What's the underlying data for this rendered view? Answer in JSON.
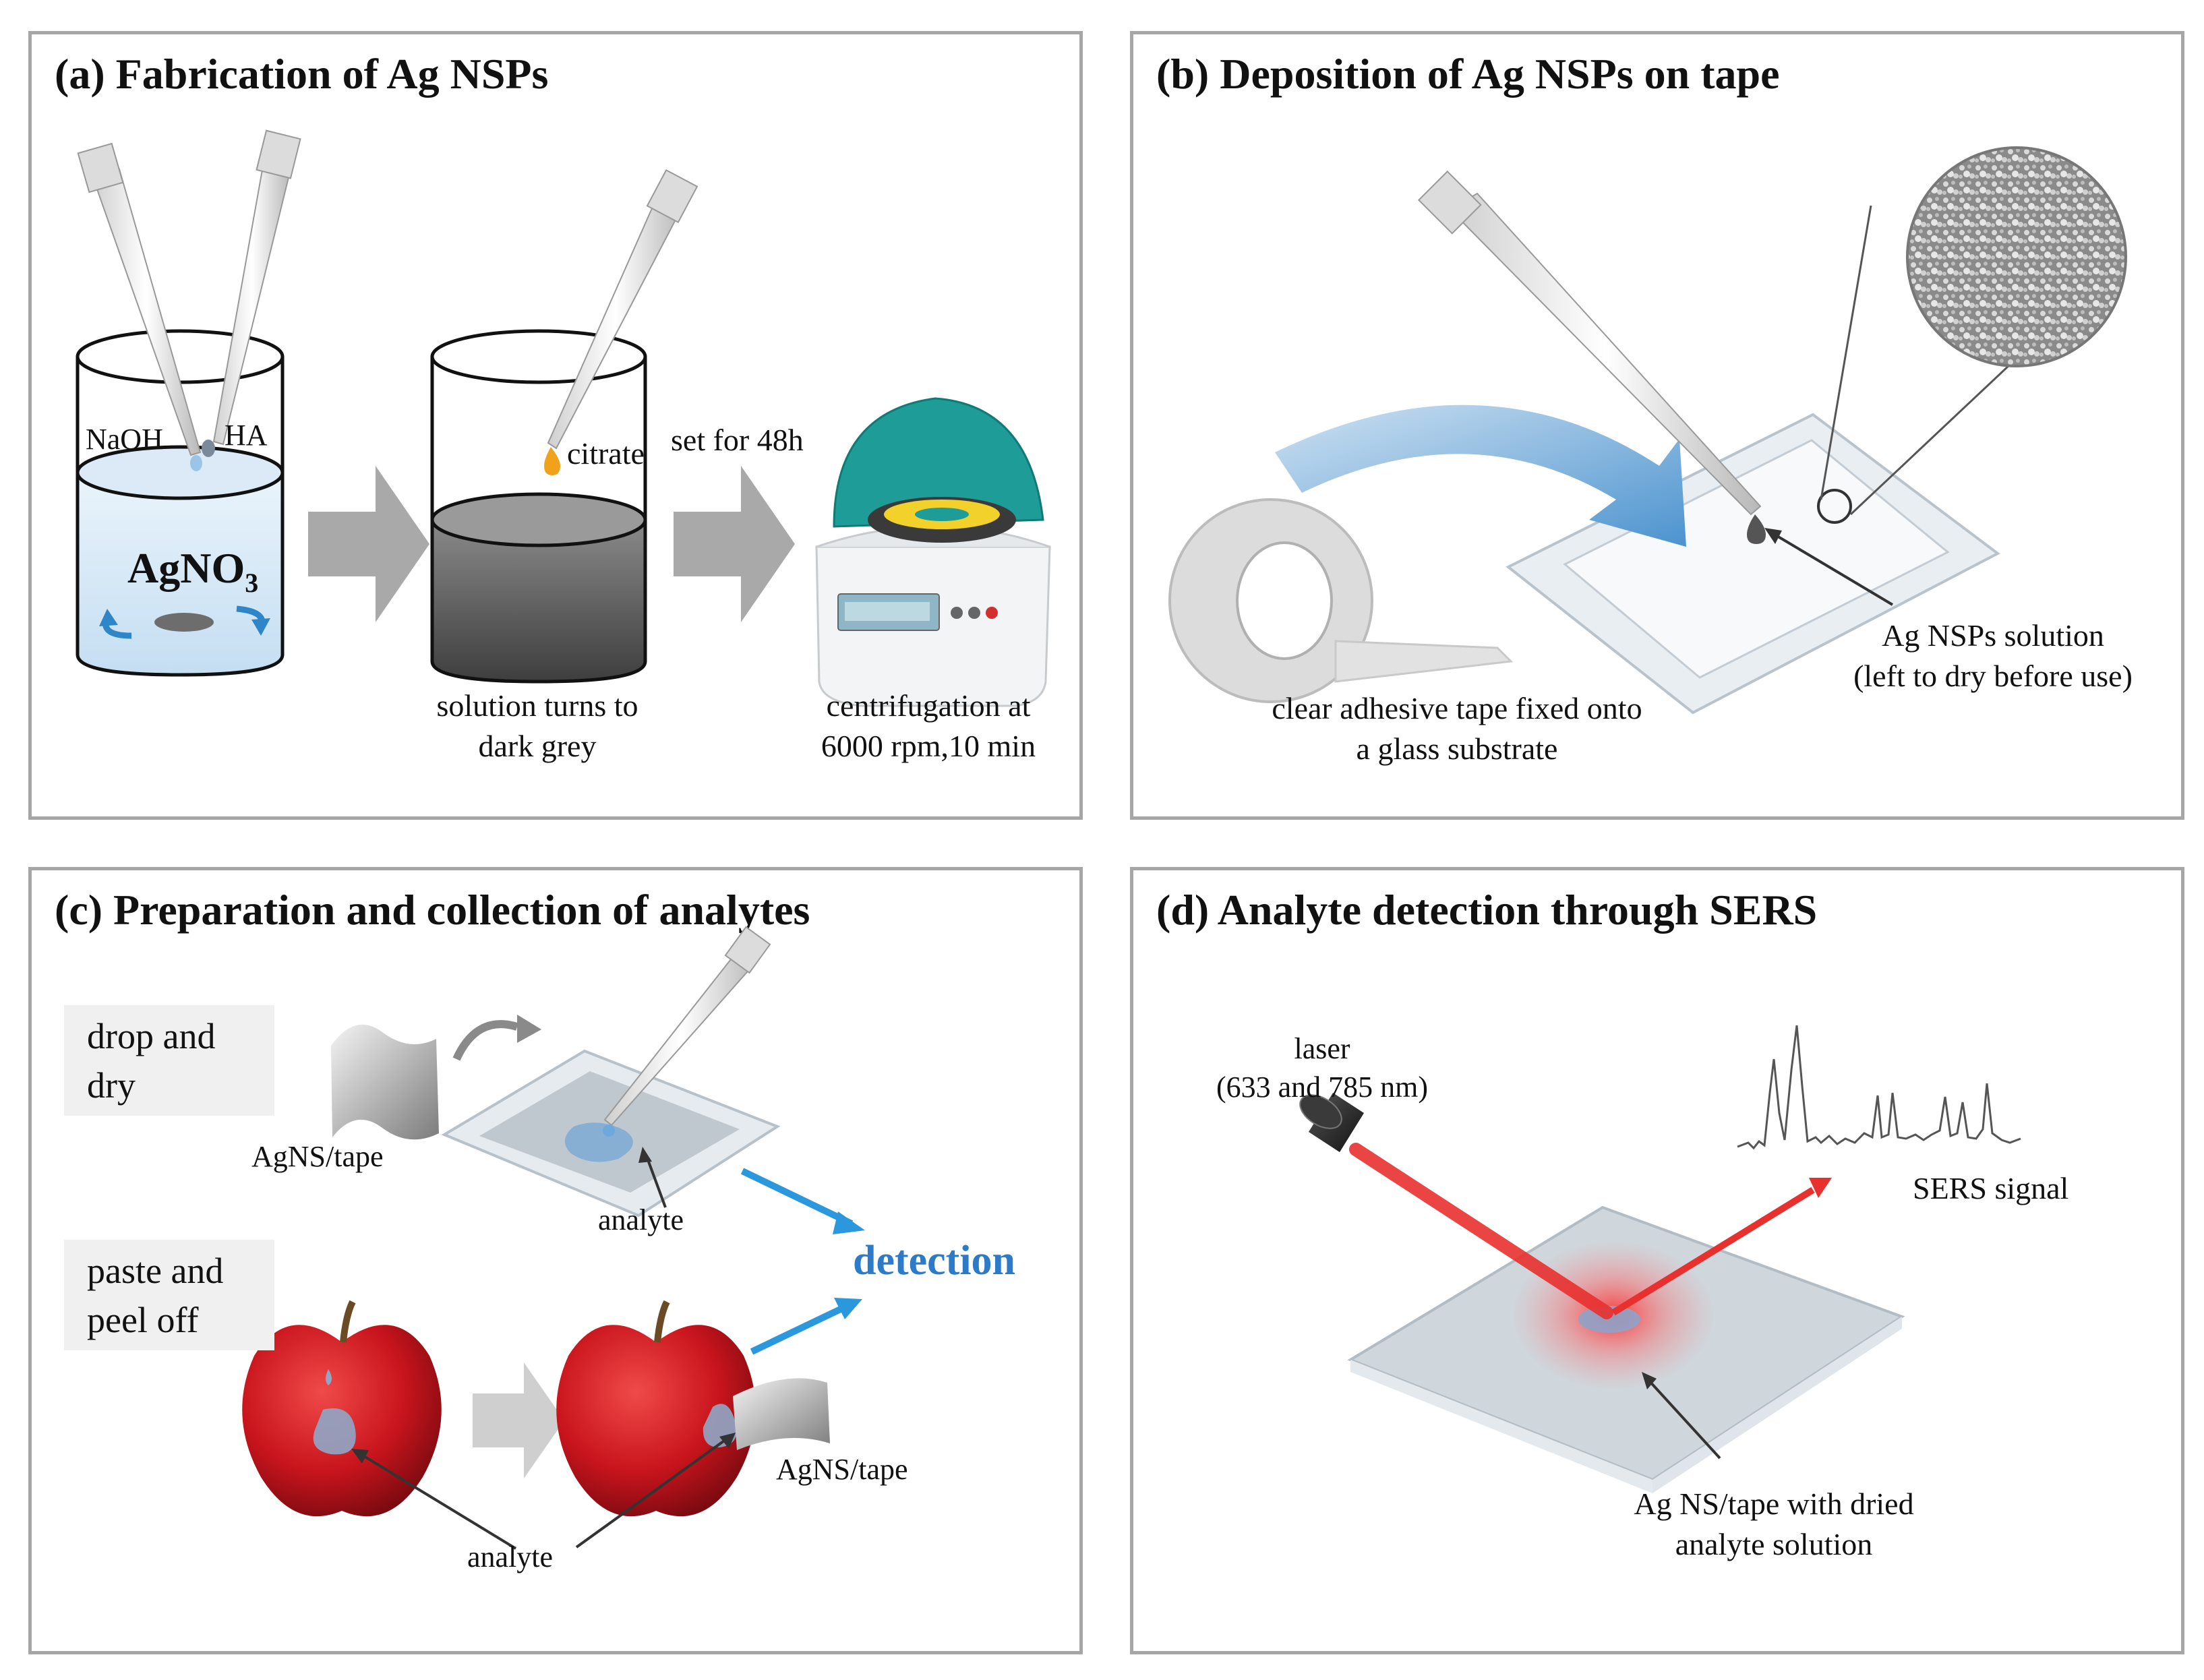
{
  "panel_a": {
    "title": "(a) Fabrication of Ag NSPs",
    "naoh": "NaOH",
    "ha": "HA",
    "agno3": "AgNO",
    "agno3_sub": "3",
    "citrate": "citrate",
    "set_48h": "set for 48h",
    "solution_l1": "solution turns to",
    "solution_l2": "dark grey",
    "centri_l1": "centrifugation at",
    "centri_l2": "6000 rpm,10 min"
  },
  "panel_b": {
    "title": "(b) Deposition of Ag NSPs on tape",
    "tape_l1": "clear adhesive tape fixed onto",
    "tape_l2": "a glass substrate",
    "sol_l1": "Ag NSPs solution",
    "sol_l2": "(left to dry before use)"
  },
  "panel_c": {
    "title": "(c) Preparation and collection of analytes",
    "drop_l1": "drop and",
    "drop_l2": "dry",
    "paste_l1": "paste and",
    "paste_l2": "peel off",
    "agns_tape_1": "AgNS/tape",
    "analyte_1": "analyte",
    "detection": "detection",
    "agns_tape_2": "AgNS/tape",
    "analyte_2": "analyte"
  },
  "panel_d": {
    "title": "(d) Analyte detection through SERS",
    "laser_l1": "laser",
    "laser_l2": "(633 and 785 nm)",
    "sers": "SERS signal",
    "tape_l1": "Ag NS/tape with dried",
    "tape_l2": "analyte solution"
  },
  "colors": {
    "panel_border": "#a6a6a6",
    "arrow_grey": "#a9a9a9",
    "accent_blue": "#2b7bc9",
    "laser_red": "#e8312f",
    "apple_red": "#c8141c"
  }
}
